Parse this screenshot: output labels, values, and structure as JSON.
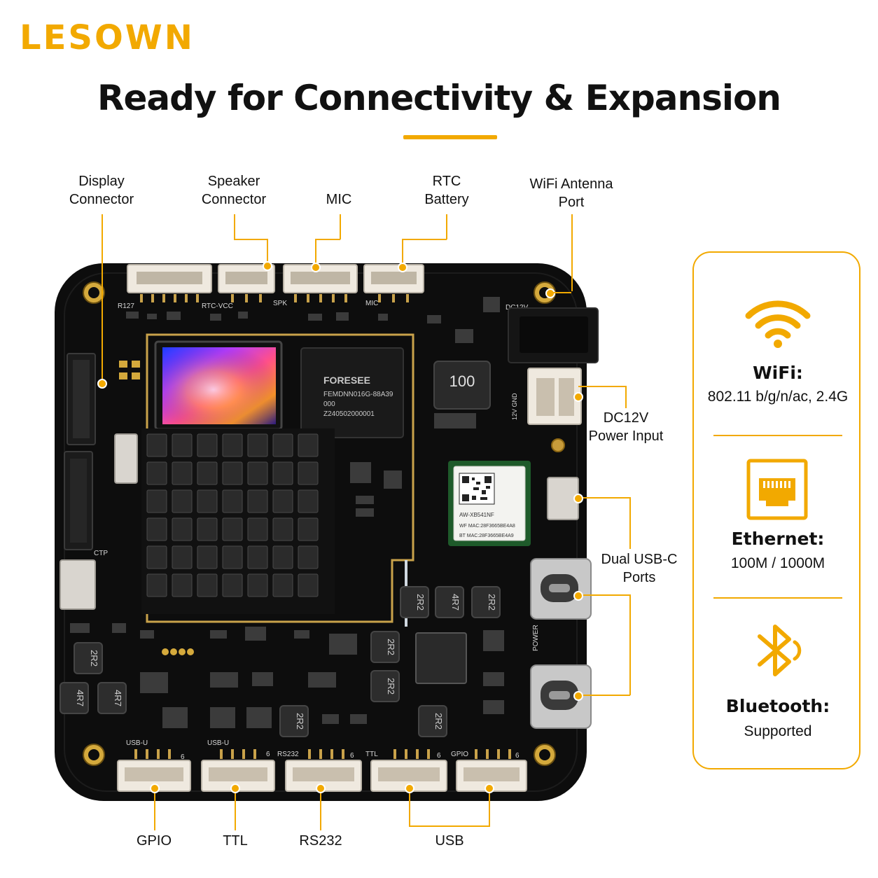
{
  "brand": {
    "name": "LESOWN"
  },
  "title": "Ready for Connectivity & Expansion",
  "colors": {
    "accent": "#f2a900",
    "board": "#0d0d0d",
    "text": "#111111"
  },
  "top_labels": [
    {
      "id": "display",
      "line1": "Display",
      "line2": "Connector"
    },
    {
      "id": "speaker",
      "line1": "Speaker",
      "line2": "Connector"
    },
    {
      "id": "mic",
      "line1": "MIC"
    },
    {
      "id": "rtc",
      "line1": "RTC",
      "line2": "Battery"
    },
    {
      "id": "wifi-antenna",
      "line1": "WiFi Antenna",
      "line2": "Port"
    }
  ],
  "side_labels": [
    {
      "id": "dc12v",
      "line1": "DC12V",
      "line2": "Power Input"
    },
    {
      "id": "usbc",
      "line1": "Dual USB-C",
      "line2": "Ports"
    }
  ],
  "bottom_labels": [
    {
      "id": "gpio",
      "line1": "GPIO"
    },
    {
      "id": "ttl",
      "line1": "TTL"
    },
    {
      "id": "rs232",
      "line1": "RS232"
    },
    {
      "id": "usb",
      "line1": "USB"
    }
  ],
  "board": {
    "silk_top": [
      "R127",
      "RTC-VCC",
      "SPK",
      "MIC",
      "DC12V"
    ],
    "silk_bottom": [
      "USB-U",
      "USB-U",
      "RS232",
      "TTL",
      "GPIO"
    ],
    "silk_pins": [
      "6",
      "6",
      "6",
      "6",
      "6"
    ],
    "silk_misc": {
      "ctp": "CTP",
      "dc_pins": "12V GND",
      "inductor": "100",
      "power": "POWER"
    },
    "chip": {
      "brand": "FORESEE",
      "line1": "FEMDNN016G-88A39",
      "line2": "000",
      "line3": "Z240502000001"
    },
    "wifi_module": {
      "model": "AW-XB541NF",
      "wf_mac": "WF MAC:28F3665BE4A8",
      "bt_mac": "BT MAC:28F3665BE4A9"
    },
    "inductors": [
      "2R2",
      "4R7",
      "2R2",
      "2R2",
      "2R2",
      "2R2",
      "4R7",
      "4R7",
      "2R2",
      "2R2"
    ]
  },
  "specs": [
    {
      "id": "wifi",
      "icon": "wifi-icon",
      "title": "WiFi:",
      "value": "802.11 b/g/n/ac, 2.4G"
    },
    {
      "id": "ethernet",
      "icon": "ethernet-port-icon",
      "title": "Ethernet:",
      "value": "100M / 1000M"
    },
    {
      "id": "bluetooth",
      "icon": "bluetooth-icon",
      "title": "Bluetooth:",
      "value": "Supported"
    }
  ]
}
